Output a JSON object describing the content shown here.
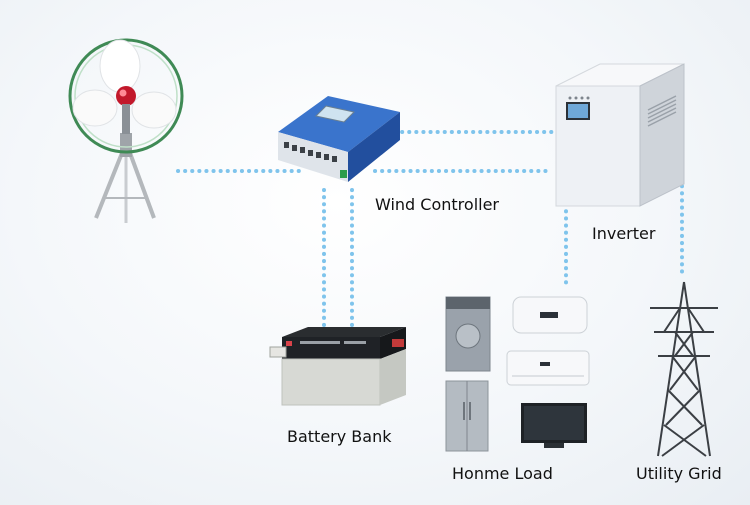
{
  "labels": {
    "controller": "Wind Controller",
    "inverter": "Inverter",
    "battery": "Battery Bank",
    "load": "Honme Load",
    "grid": "Utility Grid"
  },
  "colors": {
    "wire": "#7fc4ec",
    "controller_body": "#2b5fb4",
    "inverter_body": "#eef1f5",
    "battery_body": "#d7d9d4"
  }
}
